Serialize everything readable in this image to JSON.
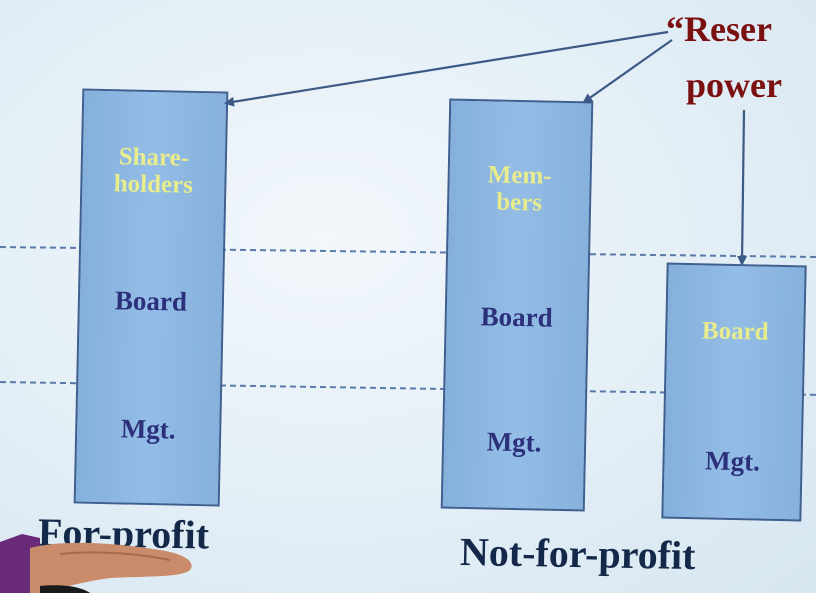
{
  "columns": {
    "for_profit": {
      "top": "Share-holders",
      "middle": "Board",
      "bottom": "Mgt.",
      "caption": "For-profit"
    },
    "not_for_profit_a": {
      "top": "Mem-bers",
      "middle": "Board",
      "bottom": "Mgt."
    },
    "not_for_profit_b": {
      "top": "Board",
      "bottom": "Mgt."
    },
    "not_for_profit_caption": "Not-for-profit"
  },
  "reserved_powers": {
    "line1": "“Reser",
    "line2": "power"
  },
  "colors": {
    "column_fill": "#8db6e0",
    "column_border": "#3e5f8f",
    "label_dark": "#2c2f7a",
    "label_yellow": "#e8ec8c",
    "reserved_text": "#7a1010",
    "arrow": "#3d5a86"
  }
}
